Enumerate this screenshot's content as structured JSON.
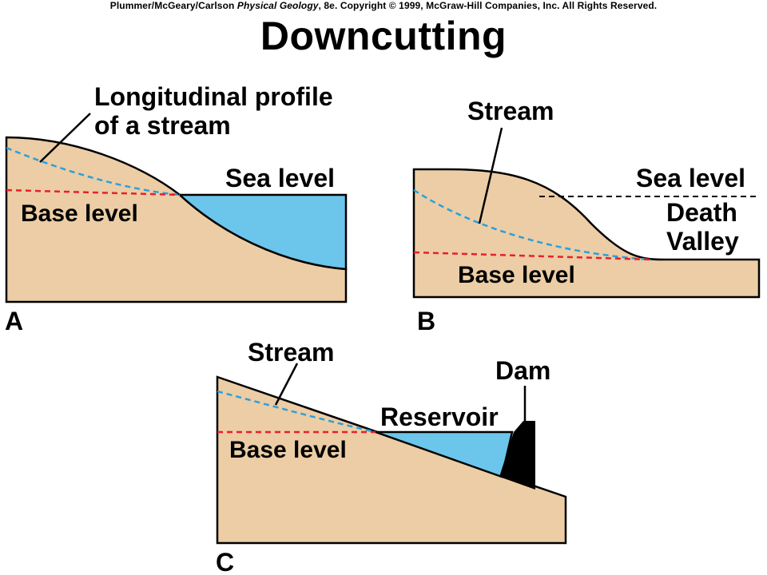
{
  "header": {
    "credit_authors": "Plummer/McGeary/Carlson",
    "credit_book": "Physical Geology",
    "credit_rest": ", 8e.  Copyright © 1999, McGraw-Hill Companies, Inc. All Rights Reserved.",
    "title": "Downcutting"
  },
  "panel_a": {
    "letter": "A",
    "profile_label_line1": "Longitudinal profile",
    "profile_label_line2": "of a stream",
    "sea_level_label": "Sea level",
    "base_level_label": "Base level"
  },
  "panel_b": {
    "letter": "B",
    "stream_label": "Stream",
    "sea_level_label": "Sea level",
    "death_valley_line1": "Death",
    "death_valley_line2": "Valley",
    "base_level_label": "Base level"
  },
  "panel_c": {
    "letter": "C",
    "stream_label": "Stream",
    "dam_label": "Dam",
    "reservoir_label": "Reservoir",
    "base_level_label": "Base level"
  },
  "colors": {
    "land": "#eccda5",
    "water": "#6cc5ea",
    "stream_line": "#2aa0dc",
    "base_level_line": "#e8202a",
    "outline": "#000000",
    "dam": "#000000"
  }
}
